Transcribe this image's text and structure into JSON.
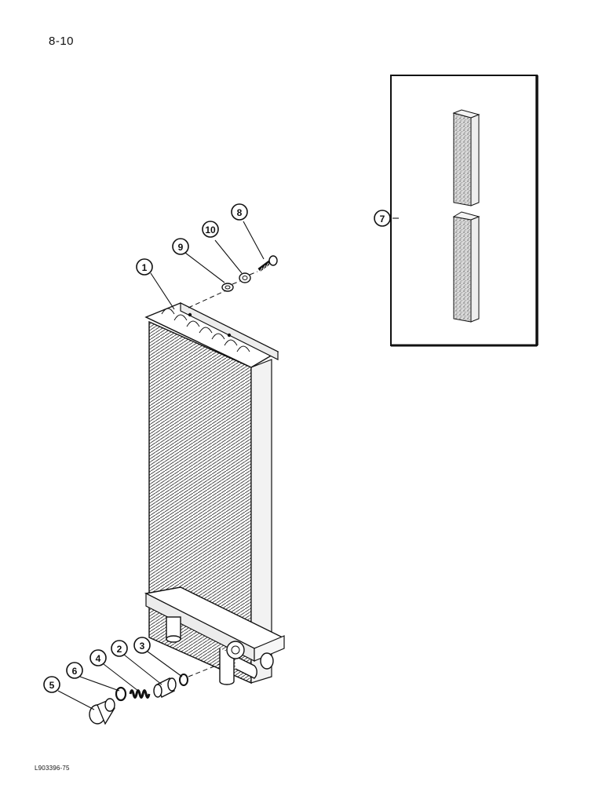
{
  "page_number": "8-10",
  "figure_code": "L903396-75",
  "callouts": [
    {
      "label": "1"
    },
    {
      "label": "2"
    },
    {
      "label": "3"
    },
    {
      "label": "4"
    },
    {
      "label": "5"
    },
    {
      "label": "6"
    },
    {
      "label": "7"
    },
    {
      "label": "8"
    },
    {
      "label": "9"
    },
    {
      "label": "10"
    }
  ]
}
